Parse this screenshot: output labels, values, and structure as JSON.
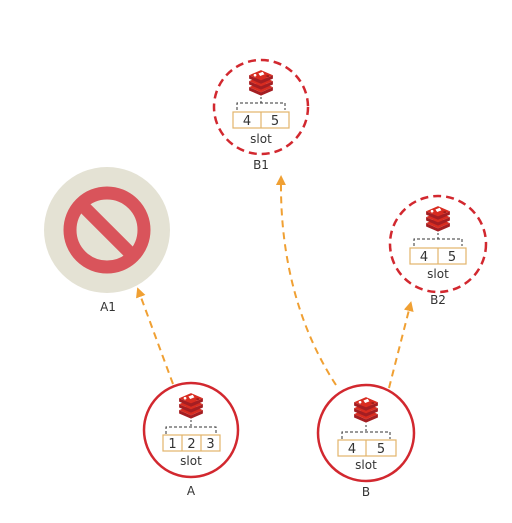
{
  "colors": {
    "node_border": "#d2282f",
    "arrow": "#f0a033",
    "slot_border": "#e2b46a",
    "bracket": "#333333",
    "blocked_circle": "#e4e2d4",
    "blocked_symbol": "#d9545b"
  },
  "nodes": {
    "a": {
      "label": "A",
      "slot_label": "slot",
      "slots": [
        "1",
        "2",
        "3"
      ],
      "icon": "redis-stack-icon",
      "border": "solid"
    },
    "b": {
      "label": "B",
      "slot_label": "slot",
      "slots": [
        "4",
        "5"
      ],
      "icon": "redis-stack-icon",
      "border": "solid"
    },
    "a1": {
      "label": "A1",
      "icon": "prohibited-icon",
      "state": "unavailable"
    },
    "b1": {
      "label": "B1",
      "slot_label": "slot",
      "slots": [
        "4",
        "5"
      ],
      "icon": "redis-stack-icon",
      "border": "dashed"
    },
    "b2": {
      "label": "B2",
      "slot_label": "slot",
      "slots": [
        "4",
        "5"
      ],
      "icon": "redis-stack-icon",
      "border": "dashed"
    }
  },
  "edges": [
    {
      "from": "A",
      "to": "A1",
      "style": "dashed-arrow"
    },
    {
      "from": "B",
      "to": "B1",
      "style": "dashed-arrow"
    },
    {
      "from": "B",
      "to": "B2",
      "style": "dashed-arrow"
    }
  ]
}
